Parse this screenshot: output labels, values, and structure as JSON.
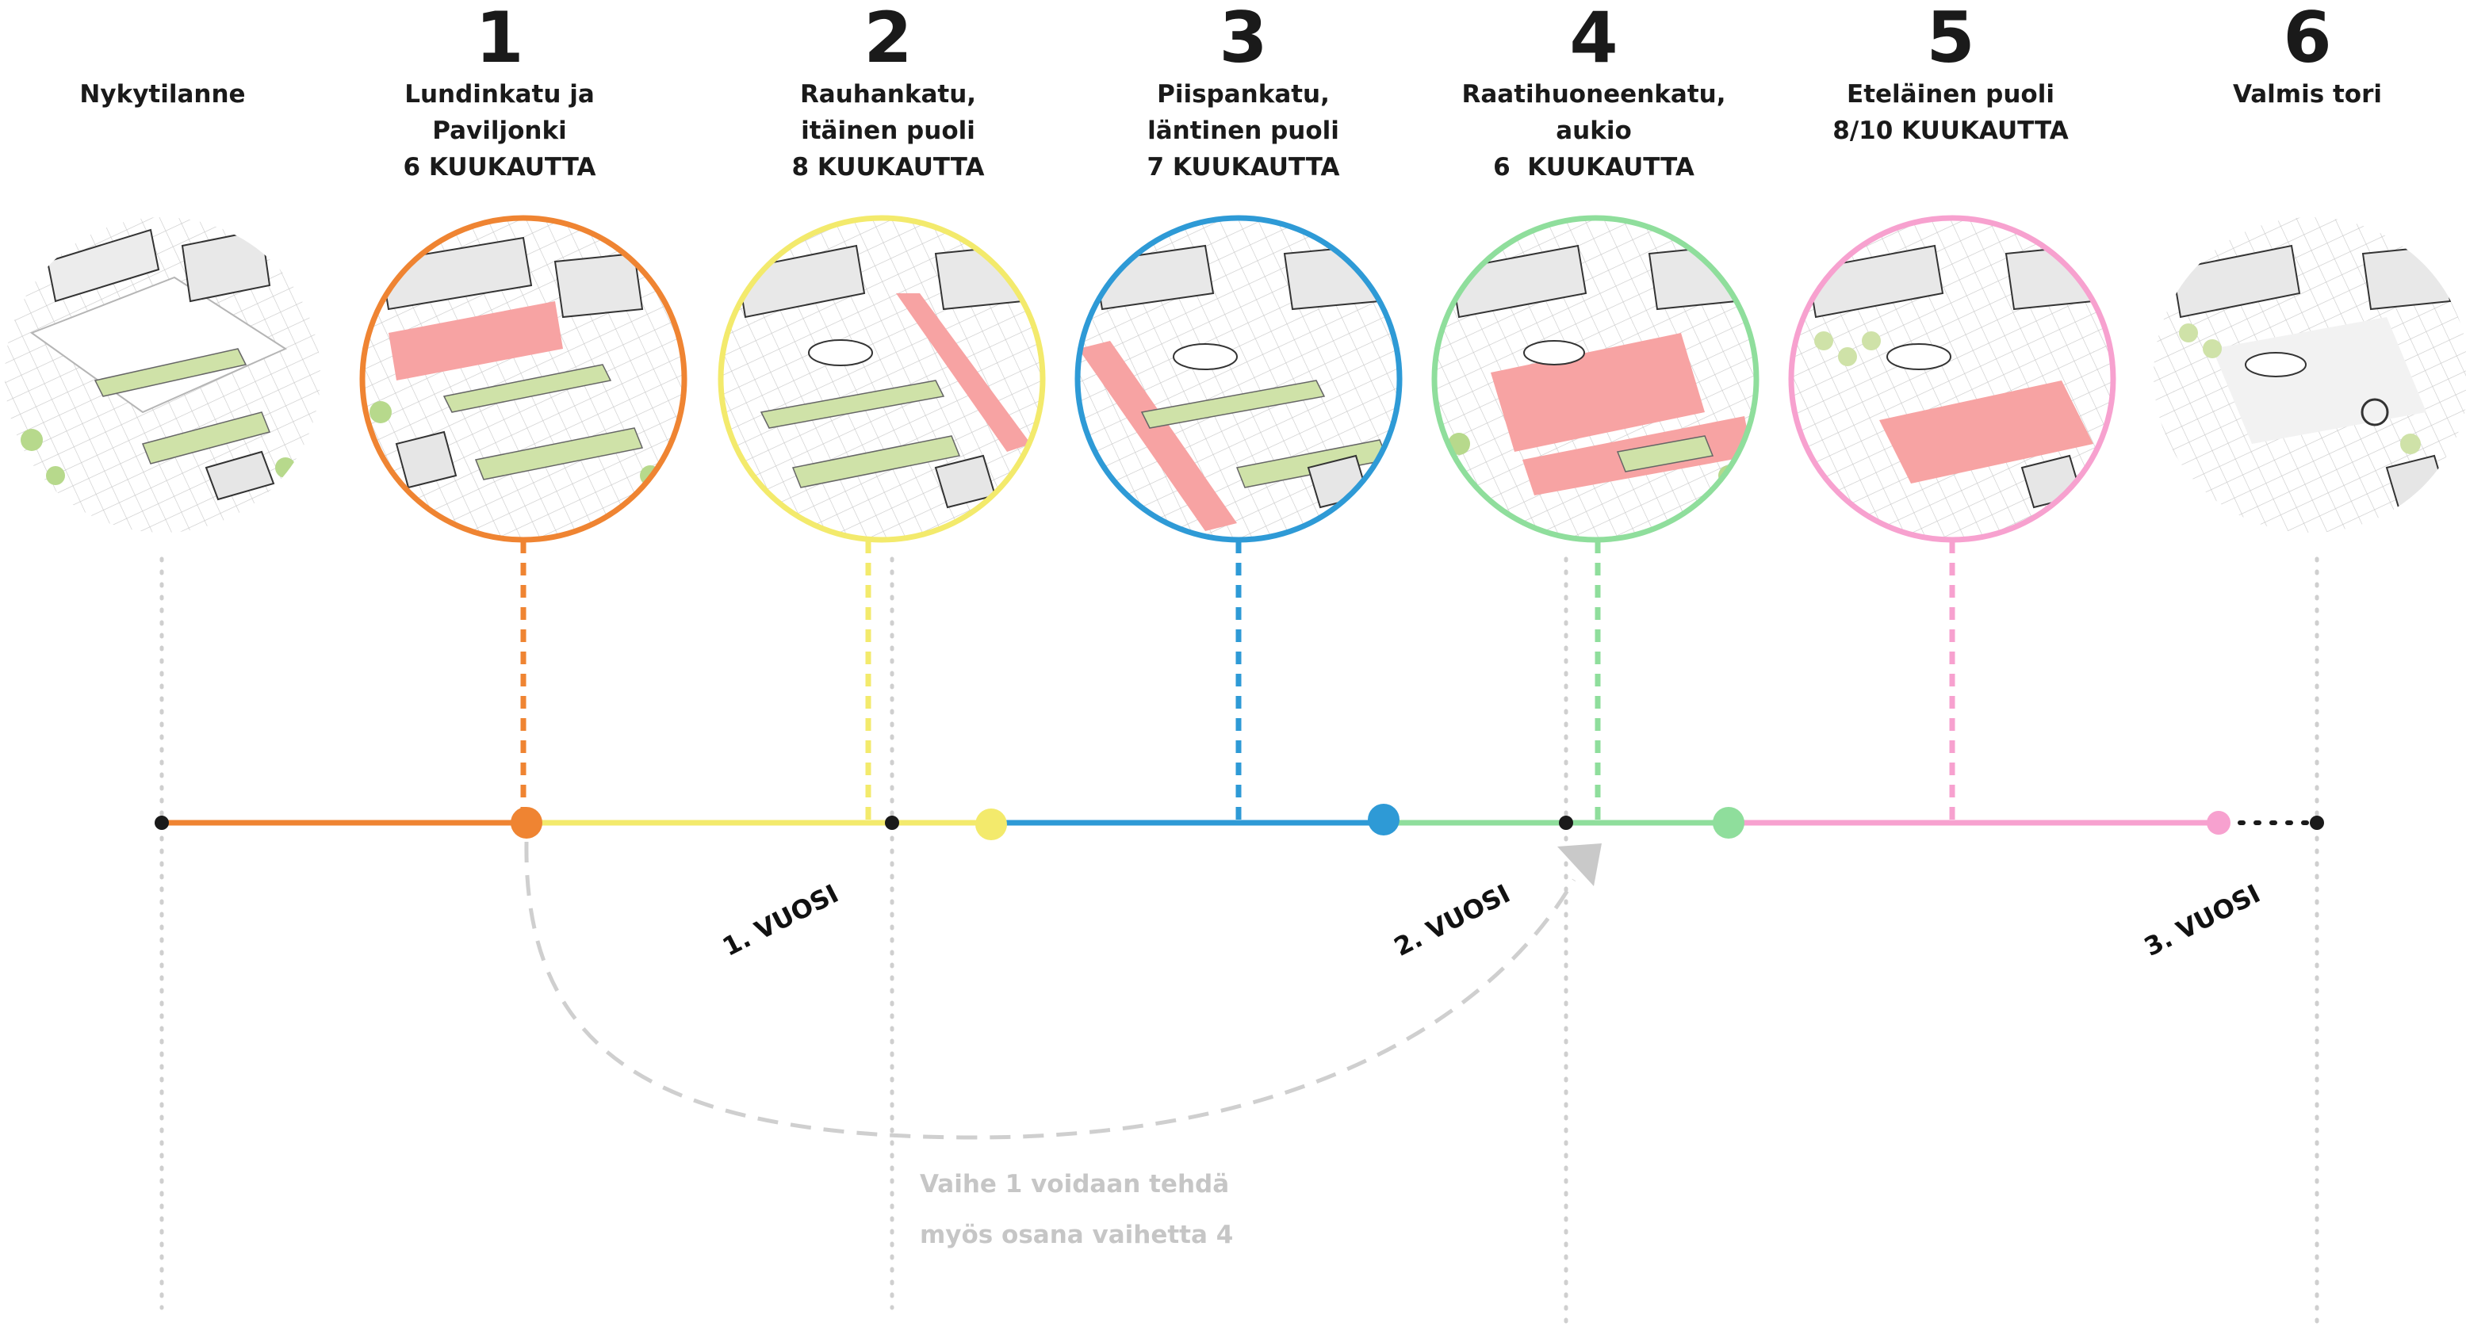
{
  "stages": [
    {
      "number": "",
      "title": "Nykytilanne",
      "duration": "",
      "color": "#9aa0a0"
    },
    {
      "number": "1",
      "title": "Lundinkatu ja Paviljonki",
      "duration": "6 KUUKAUTTA",
      "color": "#ef8432"
    },
    {
      "number": "2",
      "title": "Rauhankatu, itäinen puoli",
      "duration": "8 KUUKAUTTA",
      "color": "#f3ea6c"
    },
    {
      "number": "3",
      "title": "Piispankatu, läntinen puoli",
      "duration": "7 KUUKAUTTA",
      "color": "#2e9ad6"
    },
    {
      "number": "4",
      "title": "Raatihuoneenkatu, aukio",
      "duration": "6  KUUKAUTTA",
      "color": "#8fde9c"
    },
    {
      "number": "5",
      "title": "Eteläinen puoli",
      "duration": "8/10 KUUKAUTTA",
      "color": "#f7a1cf"
    },
    {
      "number": "6",
      "title": "Valmis tori",
      "duration": "",
      "color": "#9aa0a0"
    }
  ],
  "years": [
    "1. VUOSI",
    "2. VUOSI",
    "3. VUOSI"
  ],
  "note": [
    "Vaihe 1 voidaan tehdä",
    "myös osana vaihetta 4"
  ],
  "colors": {
    "orange": "#ef8432",
    "yellow": "#f3ea6c",
    "blue": "#2e9ad6",
    "green": "#8fde9c",
    "pink": "#f7a1cf",
    "highlight": "#f7a3a3",
    "dotted_grey": "#cfcfcf",
    "note_grey": "#c6c6c6"
  }
}
